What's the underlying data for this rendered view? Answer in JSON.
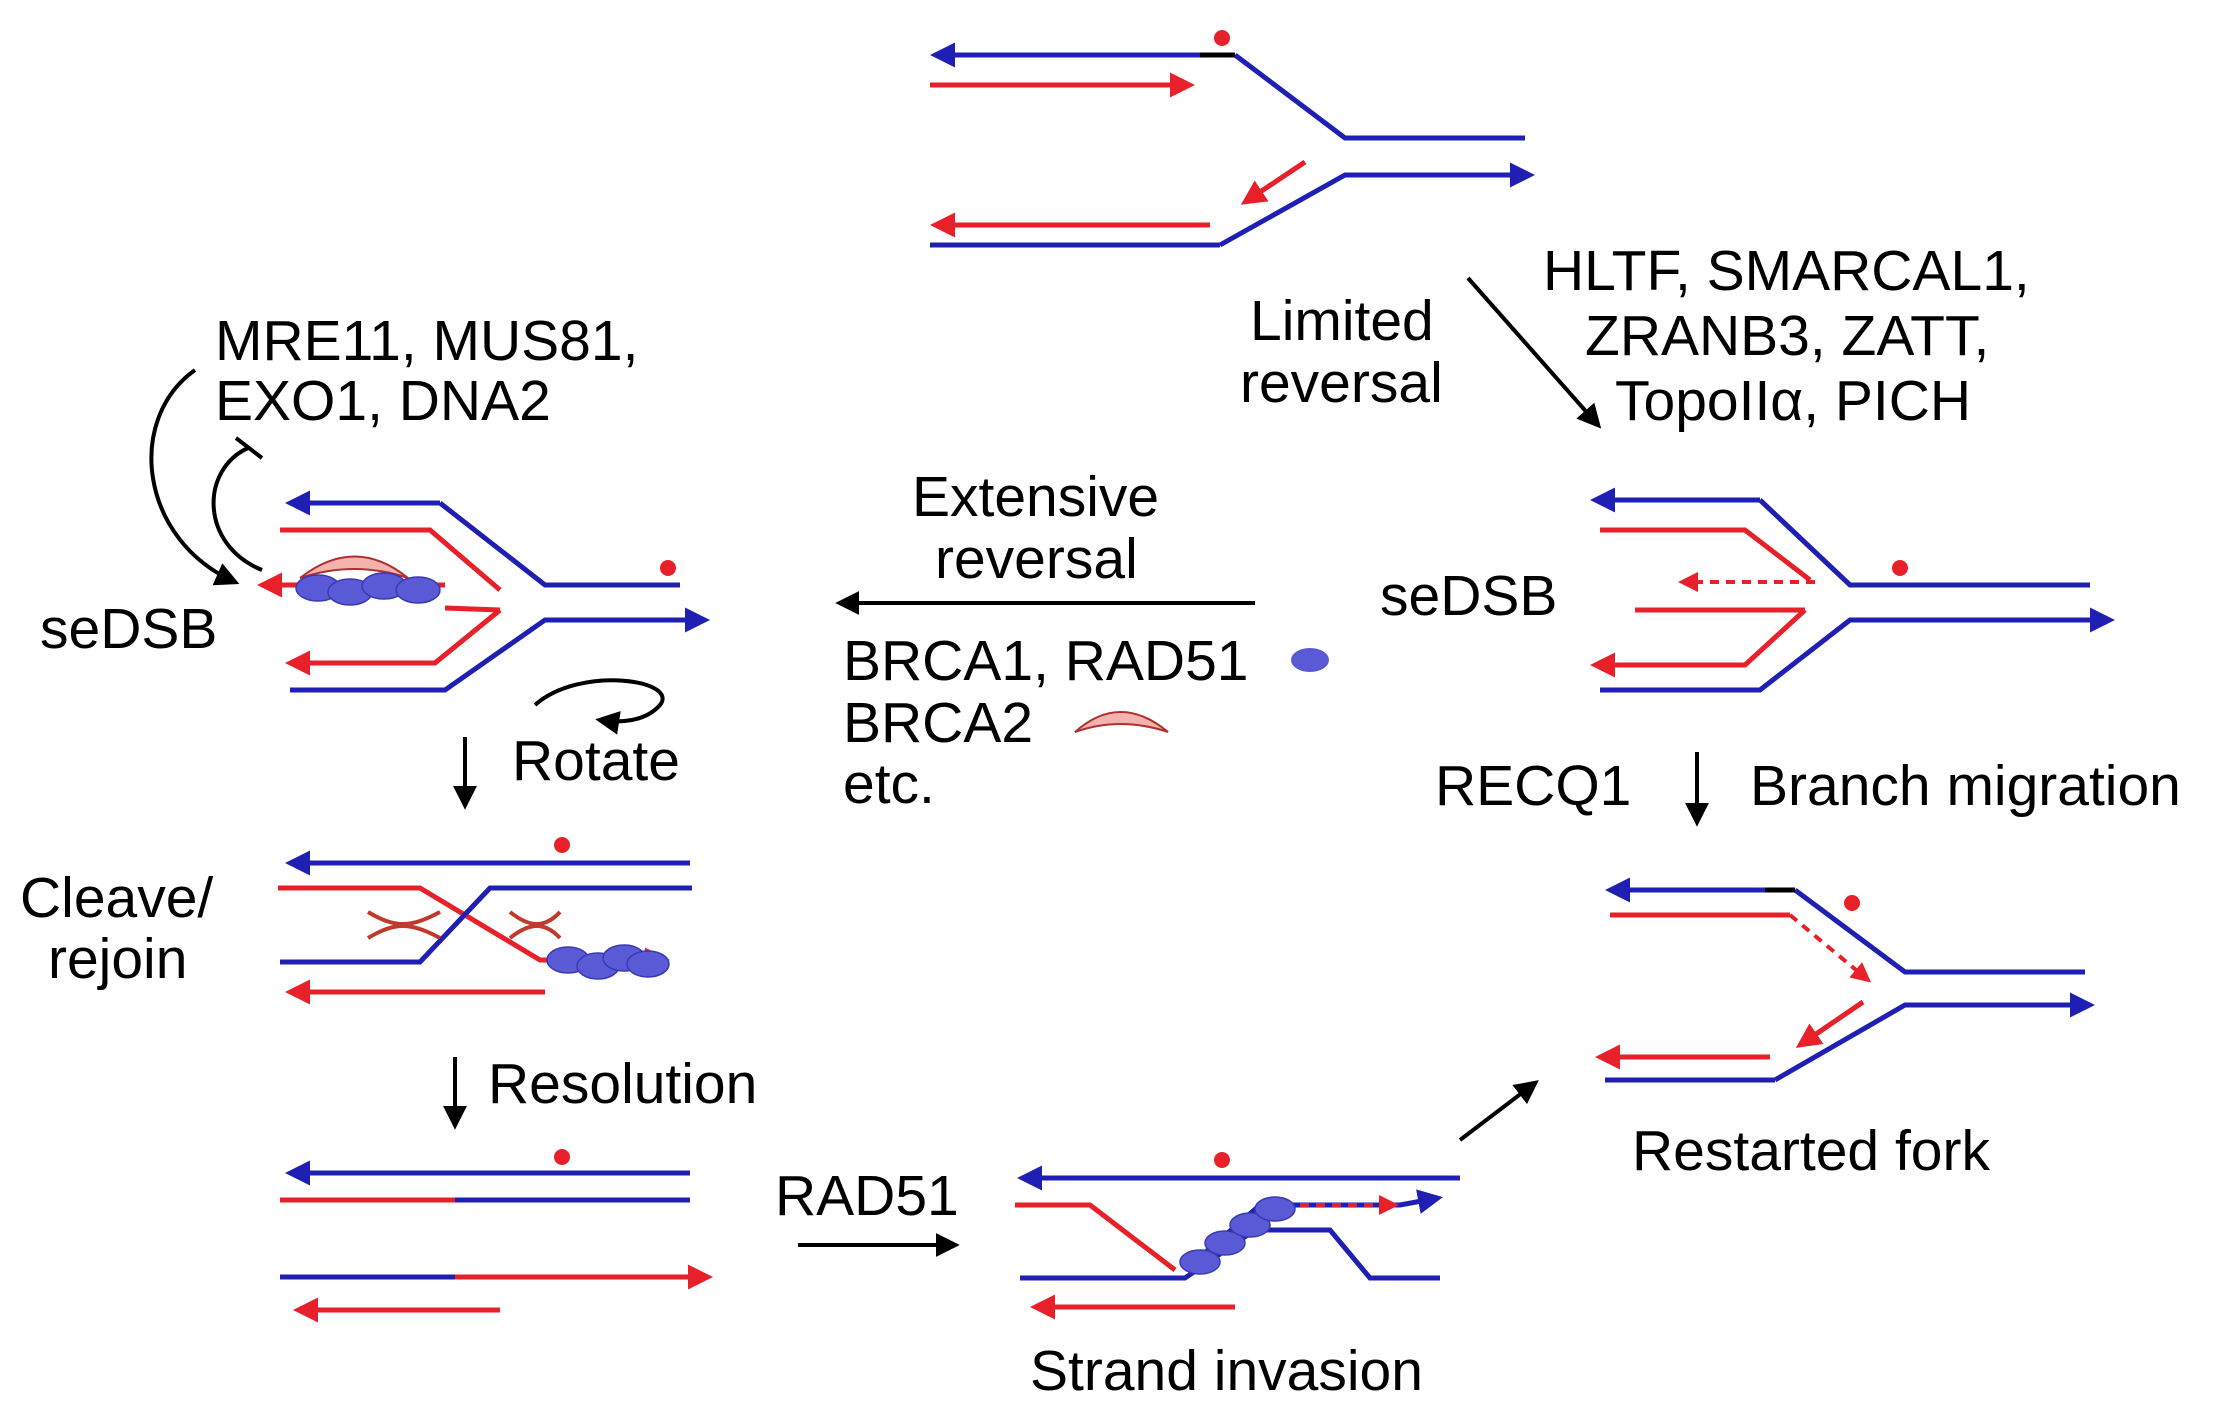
{
  "labels": {
    "limited_reversal_1": "Limited",
    "limited_reversal_2": "reversal",
    "remodelers_1": "HLTF, SMARCAL1,",
    "remodelers_2": "ZRANB3, ZATT,",
    "remodelers_3": "TopoIIα, PICH",
    "nucleases_1": "MRE11, MUS81,",
    "nucleases_2": "EXO1, DNA2",
    "sedsb_left": "seDSB",
    "sedsb_right": "seDSB",
    "extensive_1": "Extensive",
    "extensive_2": "reversal",
    "protectors_1": "BRCA1, RAD51",
    "protectors_2": "BRCA2",
    "protectors_3": "etc.",
    "rotate": "Rotate",
    "recq1": "RECQ1",
    "branch_migration": "Branch migration",
    "cleave_1": "Cleave/",
    "cleave_2": "rejoin",
    "resolution": "Resolution",
    "rad51": "RAD51",
    "restarted_fork": "Restarted fork",
    "strand_invasion": "Strand invasion"
  },
  "colors": {
    "parental_strand": "#1f1fb4",
    "nascent_strand": "#e8202a",
    "rad51_protein": "#5a5ad6",
    "brca2_protein": "#f4b3ae",
    "arrow": "#000000"
  }
}
